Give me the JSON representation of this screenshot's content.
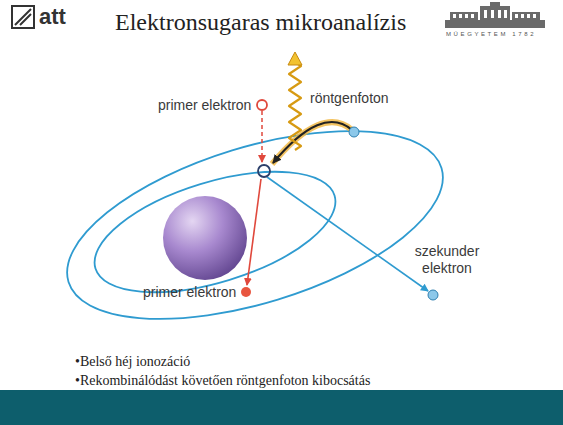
{
  "diagram": {
    "title": "Elektronsugaras mikroanalízis",
    "labels": [
      "att",
      "MŰEGYETEM 1782",
      "primer elektron",
      "röntgenfoton",
      "szekunder elektron",
      "primer elektron",
      "•Belső héj ionozáció",
      "•Rekombinálódást követően röntgenfoton kibocsátás"
    ]
  }
}
